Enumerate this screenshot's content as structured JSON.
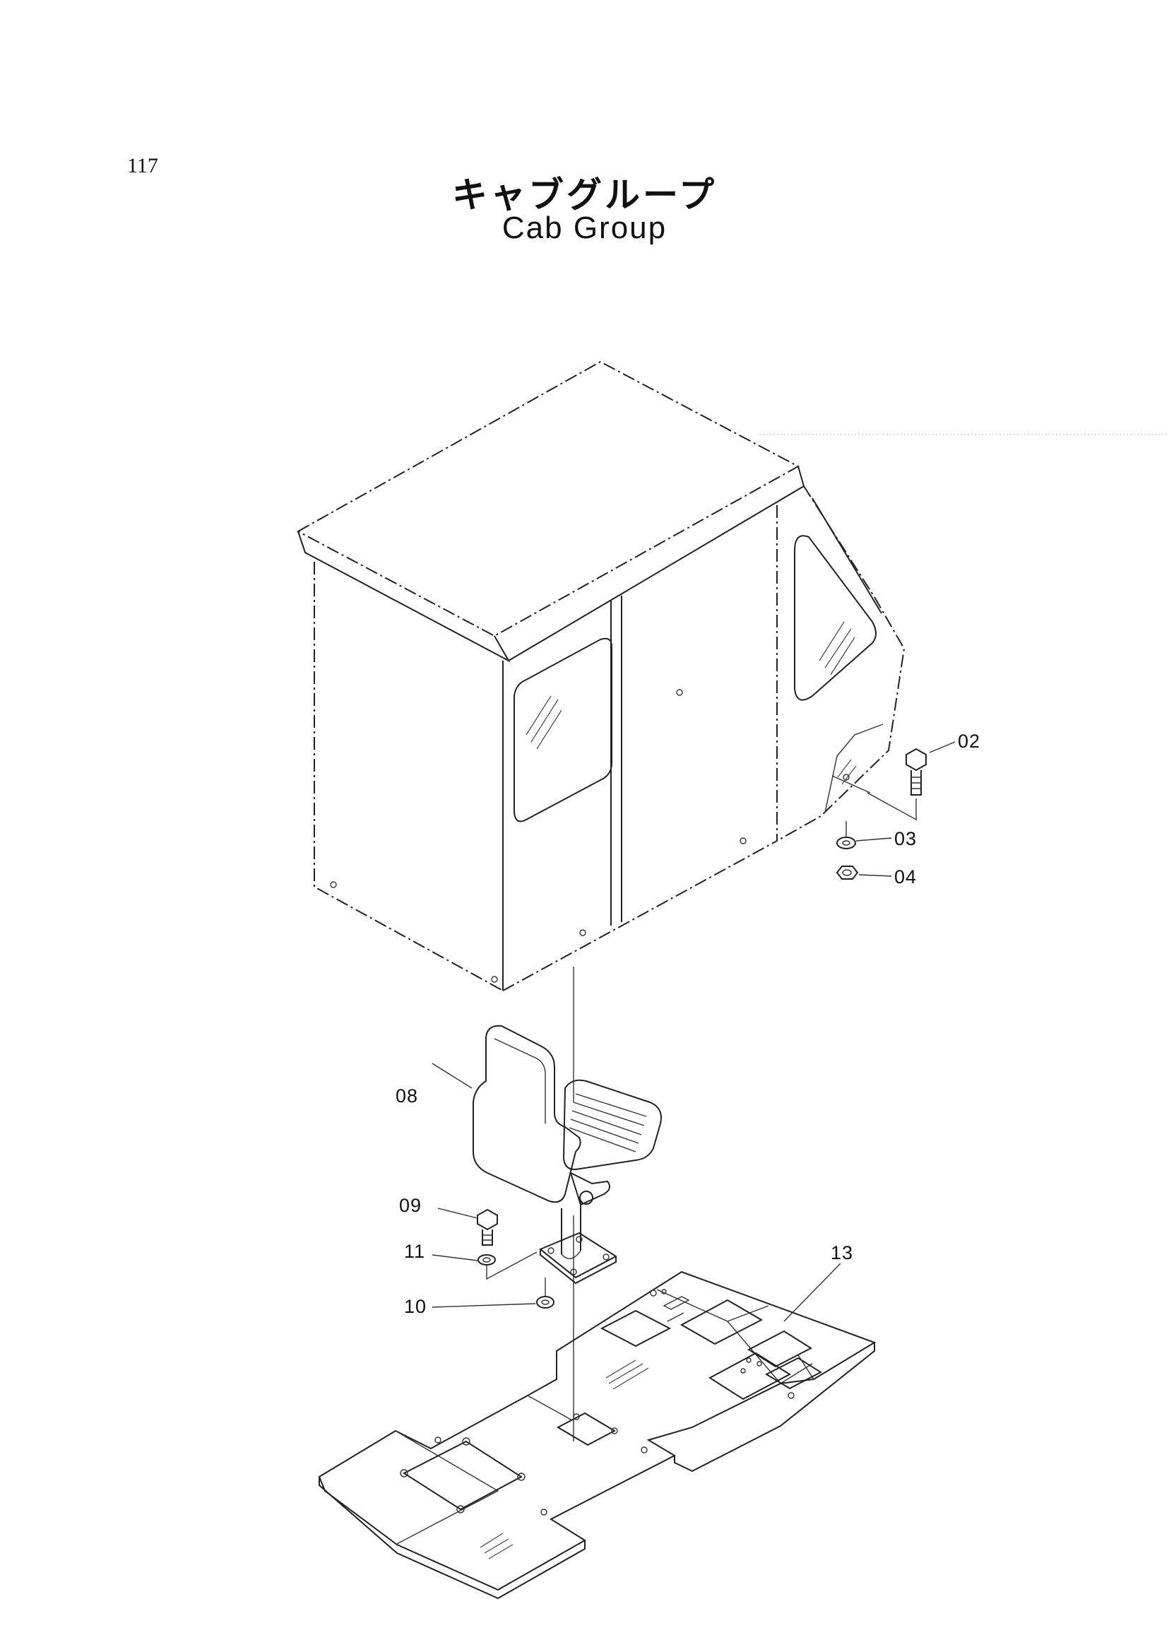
{
  "header": {
    "page_number": "117",
    "title_jp": "キャブグループ",
    "title_en": "Cab Group"
  },
  "callouts": {
    "c02": "02",
    "c03": "03",
    "c04": "04",
    "c08": "08",
    "c09": "09",
    "c11": "11",
    "c10": "10",
    "c13": "13"
  }
}
